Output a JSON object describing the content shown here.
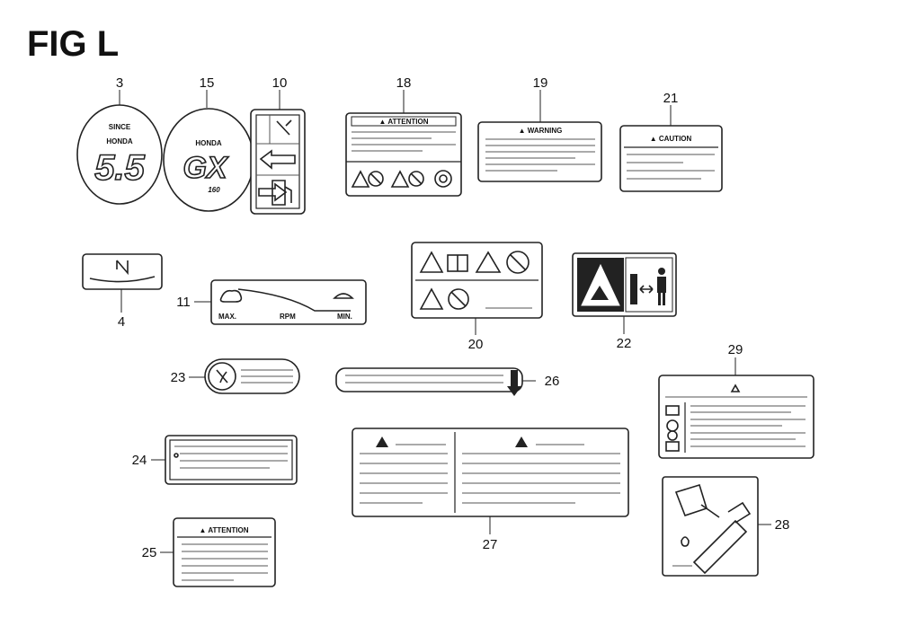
{
  "title": "FIG L",
  "callouts": {
    "n3": "3",
    "n15": "15",
    "n10": "10",
    "n18": "18",
    "n19": "19",
    "n21": "21",
    "n4": "4",
    "n11": "11",
    "n20": "20",
    "n22": "22",
    "n23": "23",
    "n26": "26",
    "n29": "29",
    "n24": "24",
    "n27": "27",
    "n28": "28",
    "n25": "25"
  },
  "labels": {
    "decal3_line1": "SINCE",
    "decal3_line2": "HONDA",
    "decal3_big": "5.5",
    "decal15_brand": "HONDA",
    "decal15_big": "GX",
    "decal15_model": "160",
    "decal18_header": "▲ ATTENTION",
    "decal19_header": "▲ WARNING",
    "decal21_header": "▲ CAUTION",
    "decal25_header": "▲ ATTENTION",
    "throttle_max": "MAX.",
    "throttle_rpm": "RPM",
    "throttle_min": "MIN."
  }
}
